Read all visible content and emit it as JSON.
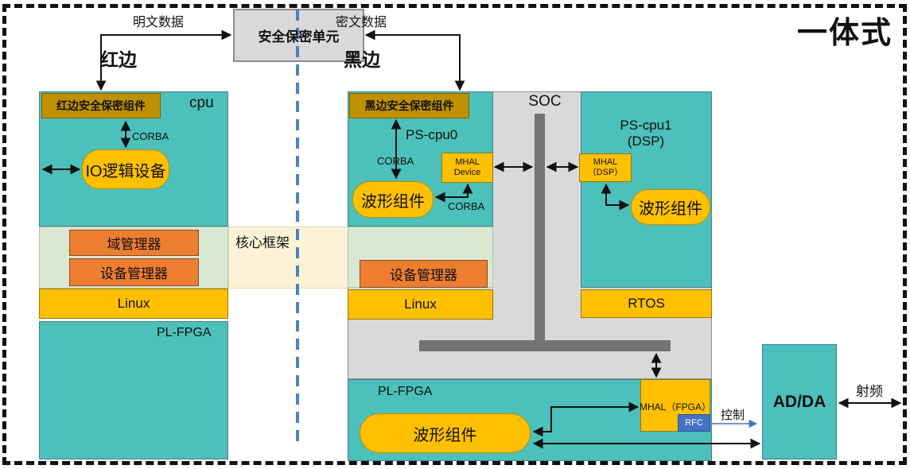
{
  "title": "一体式",
  "top": {
    "plaintext_label": "明文数据",
    "ciphertext_label": "密文数据",
    "security_unit": "安全保密单元",
    "red_side": "红边",
    "black_side": "黑边"
  },
  "cpu": {
    "name": "cpu",
    "red_security_component": "红边安全保密组件",
    "corba": "CORBA",
    "io_logic_device": "IO逻辑设备",
    "domain_manager": "域管理器",
    "device_manager": "设备管理器",
    "os": "Linux",
    "fpga_label": "PL-FPGA"
  },
  "core_framework": "核心框架",
  "soc": {
    "name": "SOC",
    "ps_cpu0": {
      "name": "PS-cpu0",
      "black_security_component": "黑边安全保密组件",
      "corba_top": "CORBA",
      "waveform": "波形组件",
      "mhal_line1": "MHAL",
      "mhal_line2": "Device",
      "corba_bottom": "CORBA",
      "device_manager": "设备管理器",
      "os": "Linux"
    },
    "ps_cpu1": {
      "name_line1": "PS-cpu1",
      "name_line2": "(DSP)",
      "mhal_line1": "MHAL",
      "mhal_line2": "（DSP）",
      "waveform": "波形组件",
      "os": "RTOS"
    },
    "pl_fpga": {
      "label": "PL-FPGA",
      "waveform": "波形组件",
      "mhal_fpga": "MHAL（FPGA）",
      "rfc": "RFC"
    }
  },
  "adda": {
    "label": "AD/DA",
    "rf_label": "射频",
    "control_label": "控制"
  },
  "colors": {
    "teal": "#4CC0BB",
    "gold_dark": "#BF9000",
    "gold": "#FFC000",
    "orange": "#ED7D31",
    "green_light": "#D9E8D3",
    "cream": "#FCF3D6",
    "grey": "#D9D9D9",
    "bus_grey": "#737373",
    "blue": "#4472C4",
    "separator_blue": "#4e7fc4"
  }
}
